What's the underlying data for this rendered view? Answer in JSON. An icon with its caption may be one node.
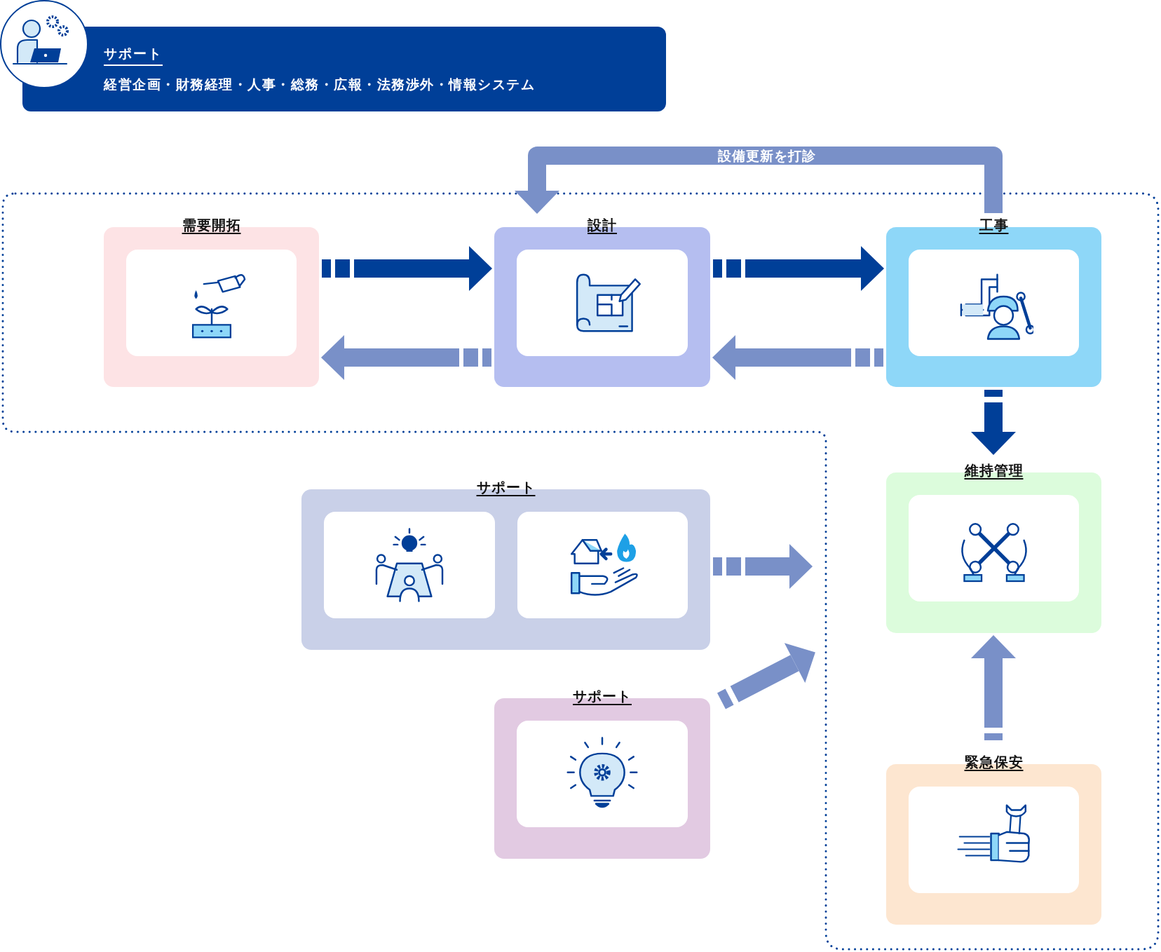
{
  "diagram": {
    "nodes": [
      {
        "text": [
          "サポート",
          "経営企画・財務経理・人事・総務・広報・法務渉外・情報システム"
        ]
      },
      {
        "text": [
          "需要開拓"
        ]
      },
      {
        "text": [
          "設計"
        ]
      },
      {
        "text": [
          "工事"
        ]
      },
      {
        "text": [
          "維持管理"
        ]
      },
      {
        "text": [
          "サポート"
        ]
      },
      {
        "text": [
          "サポート"
        ]
      },
      {
        "text": [
          "緊急保安"
        ]
      }
    ],
    "edges": [
      {
        "from": 1,
        "to": 2,
        "arrow": "to",
        "style": "dashed",
        "color": "#003f98"
      },
      {
        "from": 2,
        "to": 1,
        "arrow": "to",
        "style": "dashed"
      },
      {
        "from": 2,
        "to": 3,
        "arrow": "to",
        "style": "dashed",
        "color": "#003f98"
      },
      {
        "from": 3,
        "to": 2,
        "arrow": "to",
        "style": "dashed"
      },
      {
        "from": 3,
        "to": 2,
        "arrow": "to",
        "label": "設備更新を打診"
      },
      {
        "from": 3,
        "to": 4,
        "arrow": "to",
        "style": "dashed",
        "color": "#003f98"
      },
      {
        "from": 5,
        "to": null,
        "arrow": "to",
        "style": "dashed"
      },
      {
        "from": 6,
        "to": null,
        "arrow": "to",
        "style": "dashed"
      },
      {
        "from": 7,
        "to": 4,
        "arrow": "to",
        "style": "dashed"
      }
    ]
  }
}
